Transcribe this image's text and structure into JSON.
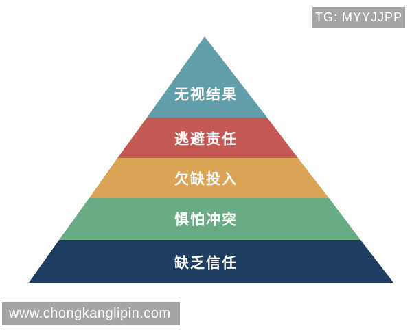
{
  "page": {
    "background": "#ffffff"
  },
  "watermarks": {
    "telegram_tag": "TG: MYYJJPP",
    "website_url": "www.chongkanglipin.com",
    "badge_bg": "#a5a5a5",
    "text_color": "#ffffff"
  },
  "chart_data": {
    "type": "pyramid",
    "title": "",
    "legend": "none",
    "label_color": "#ffffff",
    "levels": [
      {
        "rank": 1,
        "label": "无视结果",
        "color": "#619eaa"
      },
      {
        "rank": 2,
        "label": "逃避责任",
        "color": "#c45854"
      },
      {
        "rank": 3,
        "label": "欠缺投入",
        "color": "#d9a455"
      },
      {
        "rank": 4,
        "label": "惧怕冲突",
        "color": "#68ab85"
      },
      {
        "rank": 5,
        "label": "缺乏信任",
        "color": "#1f3c61"
      }
    ]
  }
}
